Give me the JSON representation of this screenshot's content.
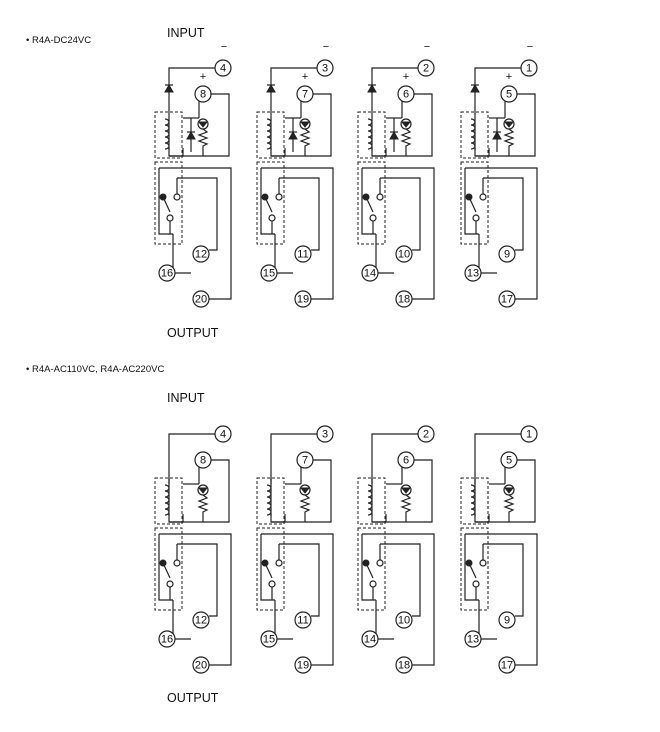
{
  "sections": [
    {
      "caption": "• R4A-DC24VC",
      "input_label": "INPUT",
      "output_label": "OUTPUT",
      "polarity": true,
      "channels": [
        {
          "neg": "4",
          "pos": "8",
          "no": "12",
          "com": "16",
          "nc": "20"
        },
        {
          "neg": "3",
          "pos": "7",
          "no": "11",
          "com": "15",
          "nc": "19"
        },
        {
          "neg": "2",
          "pos": "6",
          "no": "10",
          "com": "14",
          "nc": "18"
        },
        {
          "neg": "1",
          "pos": "5",
          "no": "9",
          "com": "13",
          "nc": "17"
        }
      ]
    },
    {
      "caption": "• R4A-AC110VC, R4A-AC220VC",
      "input_label": "INPUT",
      "output_label": "OUTPUT",
      "polarity": false,
      "channels": [
        {
          "neg": "4",
          "pos": "8",
          "no": "12",
          "com": "16",
          "nc": "20"
        },
        {
          "neg": "3",
          "pos": "7",
          "no": "11",
          "com": "15",
          "nc": "19"
        },
        {
          "neg": "2",
          "pos": "6",
          "no": "10",
          "com": "14",
          "nc": "18"
        },
        {
          "neg": "1",
          "pos": "5",
          "no": "9",
          "com": "13",
          "nc": "17"
        }
      ]
    }
  ],
  "symbols": {
    "minus": "−",
    "plus": "+"
  }
}
